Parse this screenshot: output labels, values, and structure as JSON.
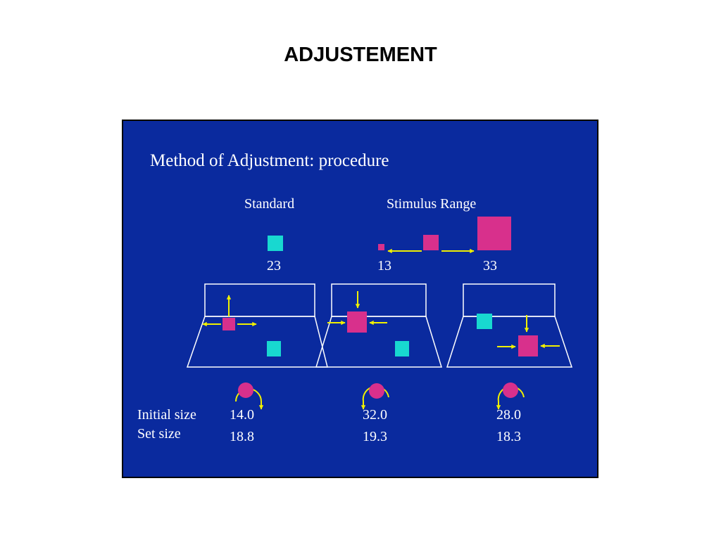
{
  "page": {
    "title": "ADJUSTEMENT"
  },
  "slide": {
    "heading": "Method of Adjustment: procedure",
    "standard_label": "Standard",
    "standard_value": "23",
    "range_label": "Stimulus Range",
    "range_min": "13",
    "range_max": "33",
    "row_initial_label": "Initial size",
    "row_set_label": "Set size",
    "trials": [
      {
        "initial": "14.0",
        "set": "18.8"
      },
      {
        "initial": "32.0",
        "set": "19.3"
      },
      {
        "initial": "28.0",
        "set": "18.3"
      }
    ]
  },
  "colors": {
    "background": "#0a2a9e",
    "standard": "#18d8d0",
    "comparison": "#d8308c",
    "arrow": "#f0f000",
    "outline": "#ffffff"
  },
  "icons": {
    "knob": "rotation-knob-icon",
    "arrow": "arrow-icon"
  }
}
